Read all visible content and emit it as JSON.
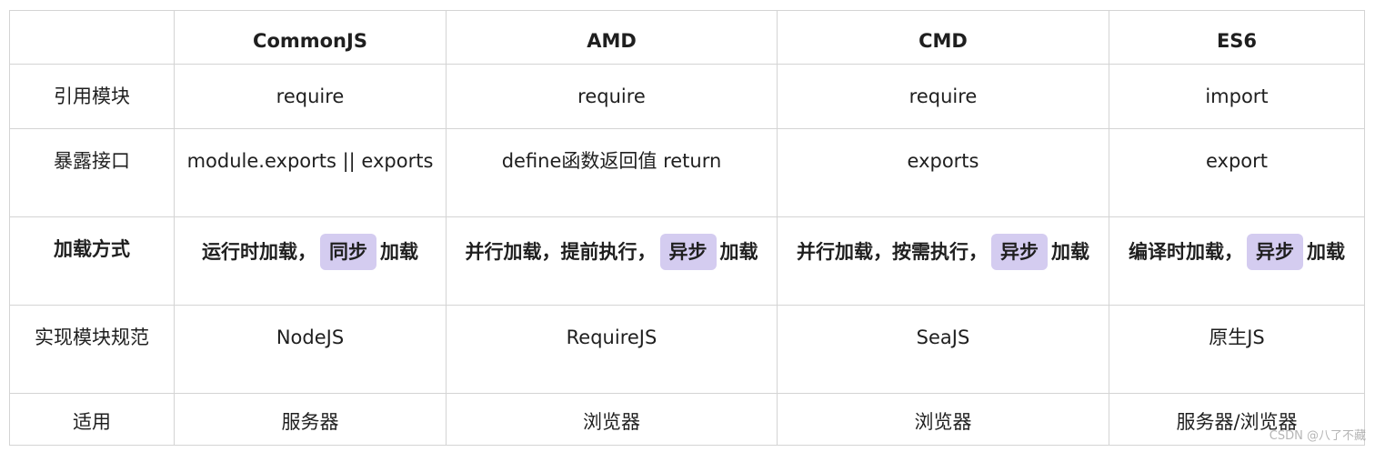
{
  "headers": [
    "",
    "CommonJS",
    "AMD",
    "CMD",
    "ES6"
  ],
  "rows": [
    {
      "label": "引用模块",
      "cells": [
        "require",
        "require",
        "require",
        "import"
      ]
    },
    {
      "label": "暴露接口",
      "cells": [
        "module.exports || exports",
        "define函数返回值 return",
        "exports",
        "export"
      ]
    },
    {
      "label": "加载方式",
      "cells": [
        {
          "before": "运行时加载，",
          "tag": "同步",
          "after": "加载"
        },
        {
          "before": "并行加载，提前执行，",
          "tag": "异步",
          "after": "加载"
        },
        {
          "before": "并行加载，按需执行，",
          "tag": "异步",
          "after": "加载"
        },
        {
          "before": "编译时加载，",
          "tag": "异步",
          "after": "加载"
        }
      ]
    },
    {
      "label": "实现模块规范",
      "cells": [
        "NodeJS",
        "RequireJS",
        "SeaJS",
        "原生JS"
      ]
    },
    {
      "label": "适用",
      "cells": [
        "服务器",
        "浏览器",
        "浏览器",
        "服务器/浏览器"
      ]
    }
  ],
  "watermark": "CSDN @八了不藏",
  "colors": {
    "tag_bg": "#d4ccf0",
    "border": "#d4d4d4"
  }
}
